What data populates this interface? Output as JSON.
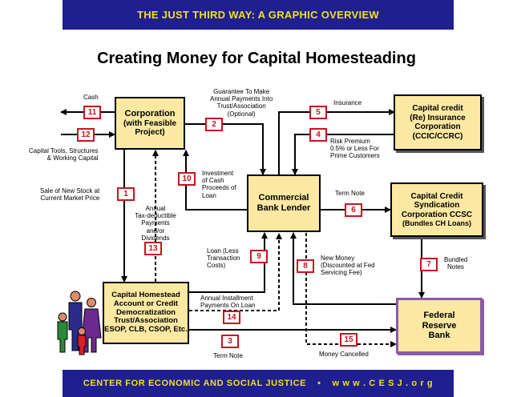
{
  "header": {
    "banner": "THE JUST THIRD WAY:  A GRAPHIC OVERVIEW",
    "title": "Creating Money for Capital Homesteading"
  },
  "footer": {
    "org": "CENTER FOR ECONOMIC AND SOCIAL JUSTICE",
    "bullet": "•",
    "url": "w w w . C E S J . o r g"
  },
  "boxes": {
    "corporation": [
      "Corporation",
      "(with Feasible",
      "Project)"
    ],
    "ccic": [
      "Capital credit",
      "(Re) Insurance",
      "Corporation",
      "(CCIC/CCRC)"
    ],
    "bank": [
      "Commercial",
      "Bank Lender"
    ],
    "syndication": [
      "Capital Credit",
      "Syndication",
      "Corporation CCSC",
      "(Bundles CH Loans)"
    ],
    "homestead": [
      "Capital Homestead",
      "Account or Credit",
      "Democratization",
      "Trust/Association",
      "ESOP, CLB, CSOP, Etc."
    ],
    "fed": [
      "Federal",
      "Reserve",
      "Bank"
    ]
  },
  "steps": [
    "1",
    "2",
    "3",
    "4",
    "5",
    "6",
    "7",
    "8",
    "9",
    "10",
    "11",
    "12",
    "13",
    "14",
    "15"
  ],
  "labels": {
    "cash": "Cash",
    "capital_tools": [
      "Capital Tools, Structures",
      "& Working Capital"
    ],
    "sale_stock": [
      "Sale of New Stock at",
      "Current Market Price"
    ],
    "guarantee": [
      "Guarantee To Make",
      "Annual Payments Into",
      "Trust/Association",
      "(Optional)"
    ],
    "insurance": "Insurance",
    "risk_premium": [
      "Risk Premium",
      "0.5% or Less For",
      "Prime Customers"
    ],
    "investment": [
      "Investment",
      "of Cash",
      "Proceeds of",
      "Loan"
    ],
    "annual_tax": [
      "Annual",
      "Tax-deductible",
      "Payments",
      "and/or",
      "Dividends"
    ],
    "term_note_top": "Term Note",
    "loan": [
      "Loan (Less",
      "Transaction",
      "Costs)"
    ],
    "new_money": [
      "New Money",
      "(Discounted at Fed",
      "Servicing Fee)"
    ],
    "bundled": [
      "Bundled",
      "Notes"
    ],
    "installment": [
      "Annual Installment",
      "Payments On Loan"
    ],
    "term_note_bottom": "Term Note",
    "money_cancelled": "Money Cancelled"
  }
}
